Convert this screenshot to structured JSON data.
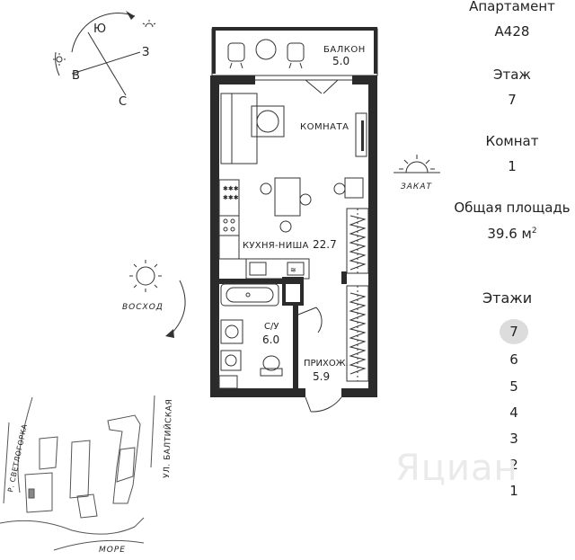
{
  "info": {
    "apartment_label": "Апартамент",
    "apartment_value": "A428",
    "floor_label": "Этаж",
    "floor_value": "7",
    "rooms_label": "Комнат",
    "rooms_value": "1",
    "area_label": "Общая площадь",
    "area_value": "39.6 м",
    "area_sup": "2"
  },
  "floors": {
    "title": "Этажи",
    "items": [
      "7",
      "6",
      "5",
      "4",
      "3",
      "2",
      "1"
    ],
    "active": "7"
  },
  "plan": {
    "balcony_label": "БАЛКОН",
    "balcony_area": "5.0",
    "room_label": "КОМНАТА",
    "kitchen_label": "КУХНЯ-НИША",
    "kitchen_area": "22.7",
    "bath_label": "С/У",
    "bath_area": "6.0",
    "hall_label": "ПРИХОЖ.",
    "hall_area": "5.9"
  },
  "compass": {
    "south": "Ю",
    "west": "З",
    "east": "В",
    "north": "С"
  },
  "sun": {
    "sunset": "ЗАКАТ",
    "sunrise": "ВОСХОД"
  },
  "map": {
    "street1": "Р. СВЕТЛОГОРКА",
    "street2": "УЛ. БАЛТИЙСКАЯ",
    "sea": "МОРЕ"
  },
  "watermark": "Яциан",
  "colors": {
    "wall": "#2b2b2b",
    "line": "#333333",
    "active_floor": "#dcdcdc"
  }
}
